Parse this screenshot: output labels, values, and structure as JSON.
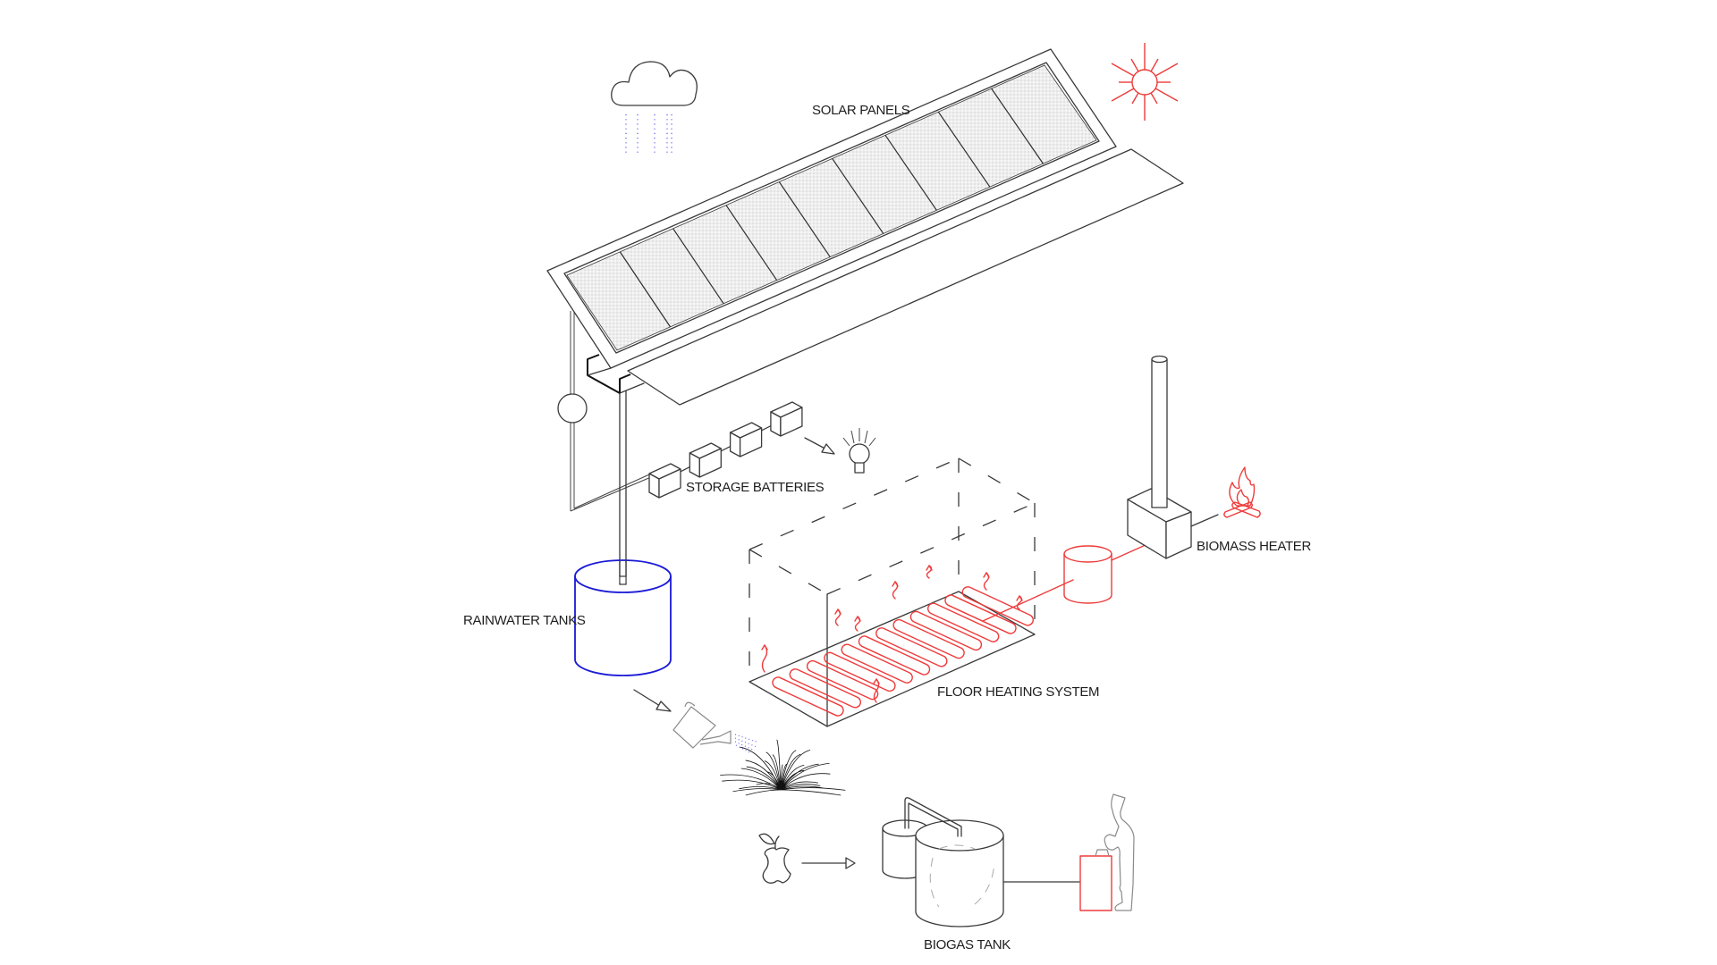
{
  "labels": {
    "solar_panels": "SOLAR PANELS",
    "storage_batteries": "STORAGE BATTERIES",
    "rainwater_tanks": "RAINWATER TANKS",
    "floor_heating_system": "FLOOR HEATING SYSTEM",
    "biomass_heater": "BIOMASS HEATER",
    "biogas_tank": "BIOGAS TANK"
  },
  "components": {
    "solar_panel_count": 9,
    "battery_count": 4,
    "floor_coil_loops": 12
  },
  "icons": [
    "cloud-rain-icon",
    "sun-icon",
    "light-bulb-icon",
    "fire-icon",
    "watering-can-icon",
    "plant-icon",
    "apple-core-icon",
    "person-cooking-icon"
  ],
  "colors": {
    "line": "#3a3a3a",
    "heat": "#ee3b3b",
    "water": "#1a1ad6",
    "rain": "#5a5af0",
    "muted": "#8a8a8a"
  }
}
